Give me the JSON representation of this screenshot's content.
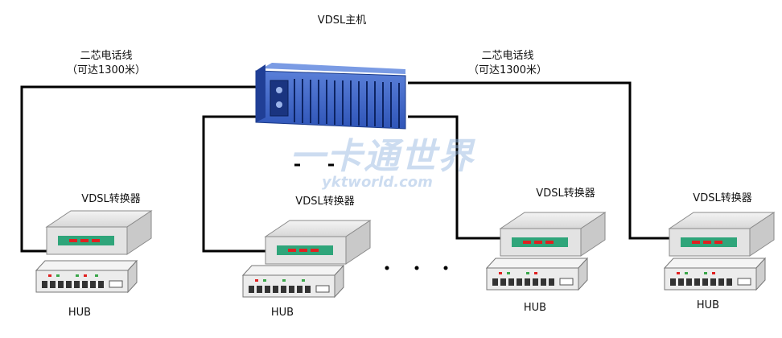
{
  "diagram": {
    "host_label": "VDSL主机",
    "left_line": {
      "line1": "二芯电话线",
      "line2": "（可达1300米）"
    },
    "right_line": {
      "line1": "二芯电话线",
      "line2": "（可达1300米）"
    },
    "converter_labels": [
      "VDSL转换器",
      "VDSL转换器",
      "VDSL转换器",
      "VDSL转换器"
    ],
    "hub_labels": [
      "HUB",
      "HUB",
      "HUB",
      "HUB"
    ],
    "watermark": {
      "cn": "一卡通世界",
      "en": "yktworld.com"
    }
  },
  "colors": {
    "cable": "#000000",
    "host_body": "#2b4fb0",
    "converter_body": "#e9e9e9",
    "converter_panel": "#2fa57a",
    "led": "#e02020",
    "hub_body": "#eeeeee"
  }
}
